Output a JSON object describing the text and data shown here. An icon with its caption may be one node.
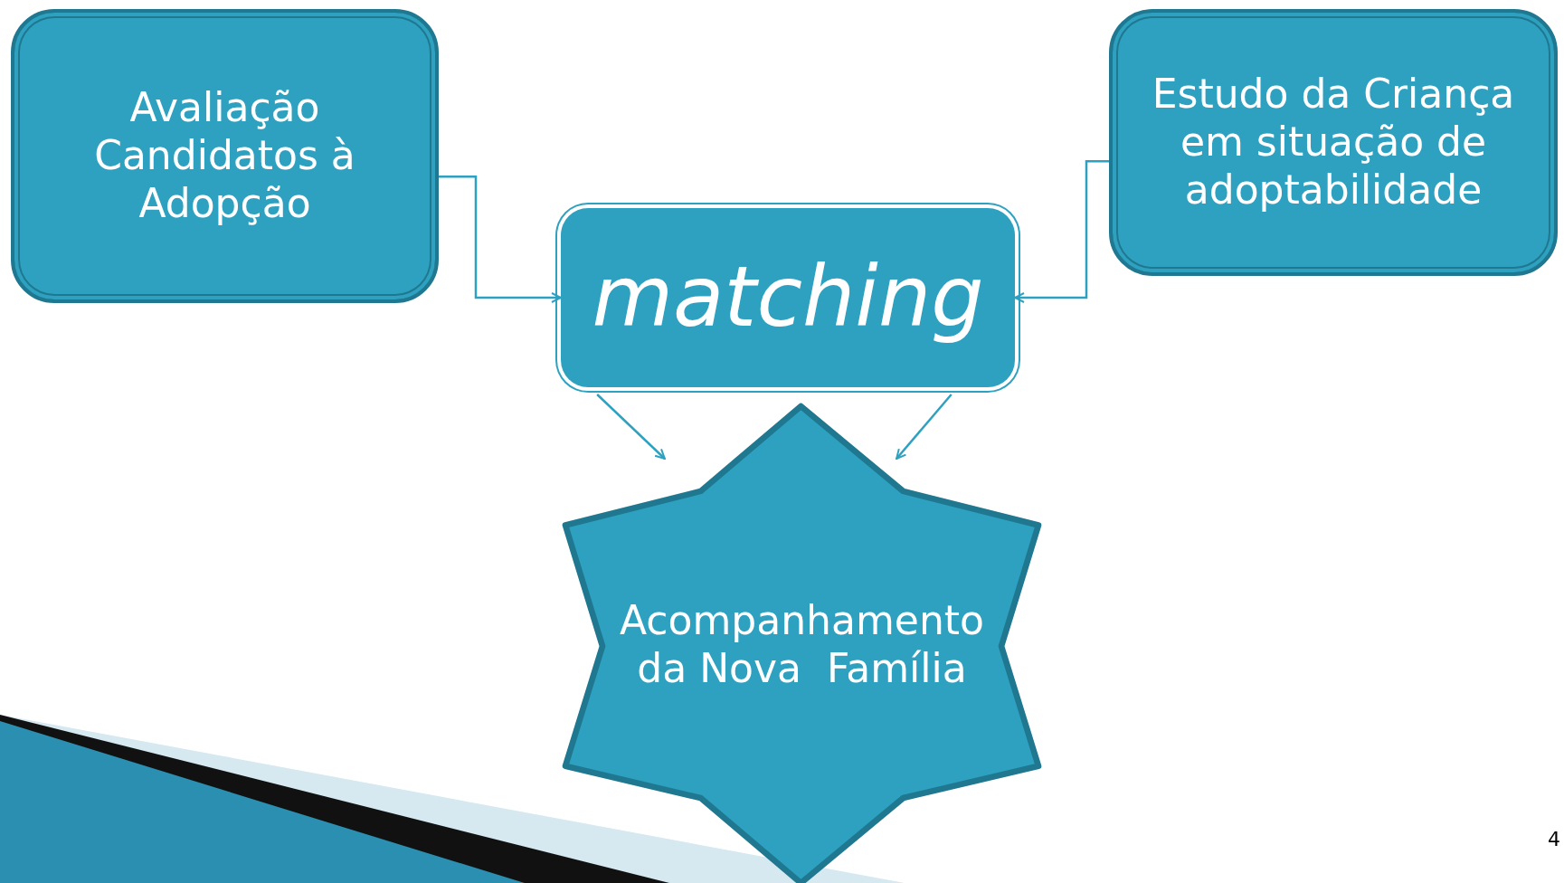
{
  "diagram": {
    "nodes": [
      {
        "text": [
          "Avaliação Candidatos à Adopção"
        ]
      },
      {
        "text": [
          "Estudo da Criança em situação de adoptabilidade"
        ]
      },
      {
        "text": [
          "matching"
        ]
      },
      {
        "text": [
          "Acompanhamento da Nova  Família"
        ]
      }
    ],
    "edges": [
      {
        "from": 0,
        "to": 2,
        "arrow": "to"
      },
      {
        "from": 1,
        "to": 2,
        "arrow": "to"
      },
      {
        "from": 2,
        "to": 3,
        "arrow": "to"
      },
      {
        "from": 2,
        "to": 3,
        "arrow": "to"
      }
    ],
    "labels": [
      "4"
    ]
  }
}
